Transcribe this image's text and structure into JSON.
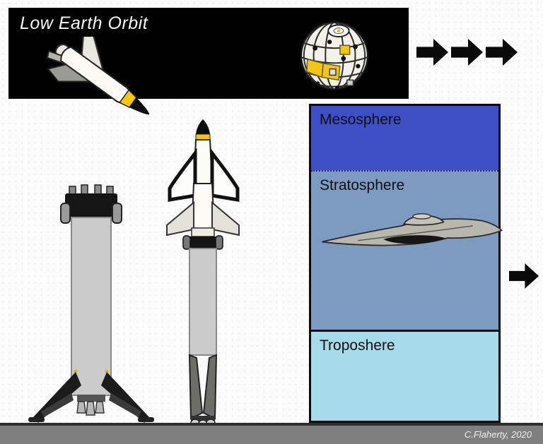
{
  "banner": {
    "title": "Low Earth Orbit"
  },
  "atmosphere_panel": {
    "layers": [
      {
        "label": "Mesosphere",
        "color": "#3e4ec5"
      },
      {
        "label": "Stratosphere",
        "color": "#7d9bc1"
      },
      {
        "label": "Troposhere",
        "color": "#a7dae9"
      }
    ]
  },
  "ground": {
    "credit": "C.Flaherty, 2020"
  },
  "icons": {
    "orbit_spaceplane": "spaceplane-side-view",
    "satellite": "spherical-grid-satellite",
    "sequence_arrows": "right-arrow-x3",
    "descent_arrow": "right-arrow",
    "landed_booster": "booster-rocket-legs-deployed",
    "stacked_vehicle": "spaceplane-stacked-on-booster",
    "strato_aircraft": "swept-wing-aircraft"
  },
  "colors": {
    "page_bg": "#fcfcfc",
    "banner_bg": "#000000",
    "banner_text": "#f5f5f5",
    "label_text": "#101010",
    "arrow": "#0a0a0a",
    "ground": "#7f7f7f",
    "ground_edge": "#2e2e2e",
    "ground_text": "#f0f0f0",
    "rocket_body": "#cbcbcb",
    "nose_yellow": "#f5c800"
  }
}
